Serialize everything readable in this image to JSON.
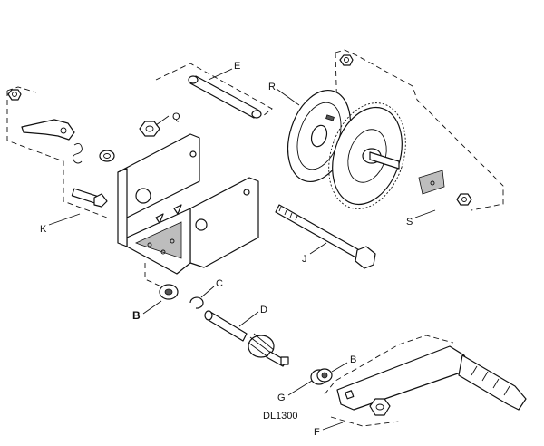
{
  "labels": {
    "E": "E",
    "R": "R",
    "Q": "Q",
    "K": "K",
    "S": "S",
    "J": "J",
    "C": "C",
    "B_left": "B",
    "D": "D",
    "B_right": "B",
    "G": "G",
    "F": "F"
  },
  "model": "DL1300"
}
